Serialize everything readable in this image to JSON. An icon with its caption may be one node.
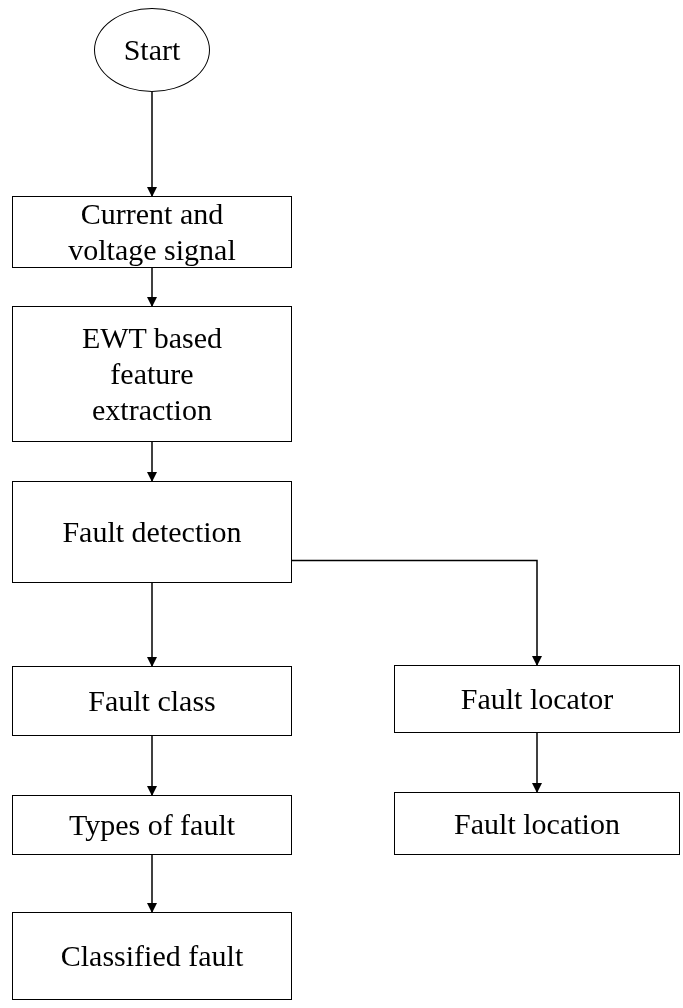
{
  "diagram": {
    "nodes": [
      {
        "text": [
          "Start"
        ]
      },
      {
        "text": [
          "Current and voltage signal"
        ]
      },
      {
        "text": [
          "EWT based feature extraction"
        ]
      },
      {
        "text": [
          "Fault detection"
        ]
      },
      {
        "text": [
          "Fault class"
        ]
      },
      {
        "text": [
          "Types of fault"
        ]
      },
      {
        "text": [
          "Classified fault"
        ]
      },
      {
        "text": [
          "Fault locator"
        ]
      },
      {
        "text": [
          "Fault location"
        ]
      }
    ],
    "edges": [
      {
        "from": 0,
        "to": 1,
        "arrow": "to"
      },
      {
        "from": 1,
        "to": 2,
        "arrow": "to"
      },
      {
        "from": 2,
        "to": 3,
        "arrow": "to"
      },
      {
        "from": 3,
        "to": 4,
        "arrow": "to"
      },
      {
        "from": 4,
        "to": 5,
        "arrow": "to"
      },
      {
        "from": 5,
        "to": 6,
        "arrow": "to"
      },
      {
        "from": 3,
        "to": 7,
        "arrow": "to"
      },
      {
        "from": 7,
        "to": 8,
        "arrow": "to"
      }
    ]
  }
}
